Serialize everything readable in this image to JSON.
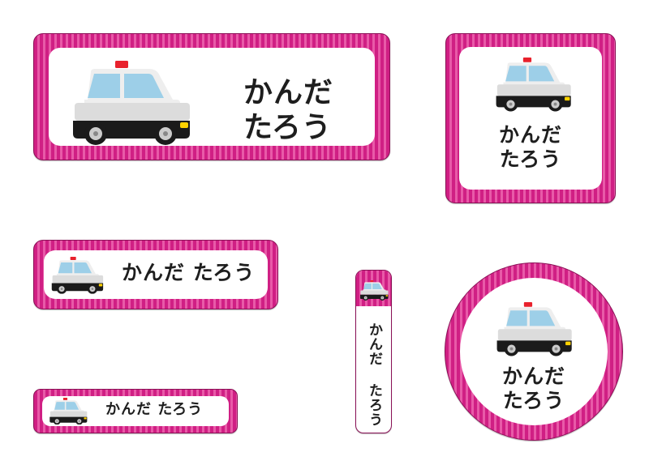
{
  "name": {
    "line1": "かんだ",
    "line2": "たろう",
    "full": "かんだ たろう"
  },
  "icons": {
    "car": "police-car-icon"
  },
  "colors": {
    "stripe_dark": "#d01f84",
    "stripe_light": "#e85aa8",
    "text": "#1e1e1e"
  }
}
